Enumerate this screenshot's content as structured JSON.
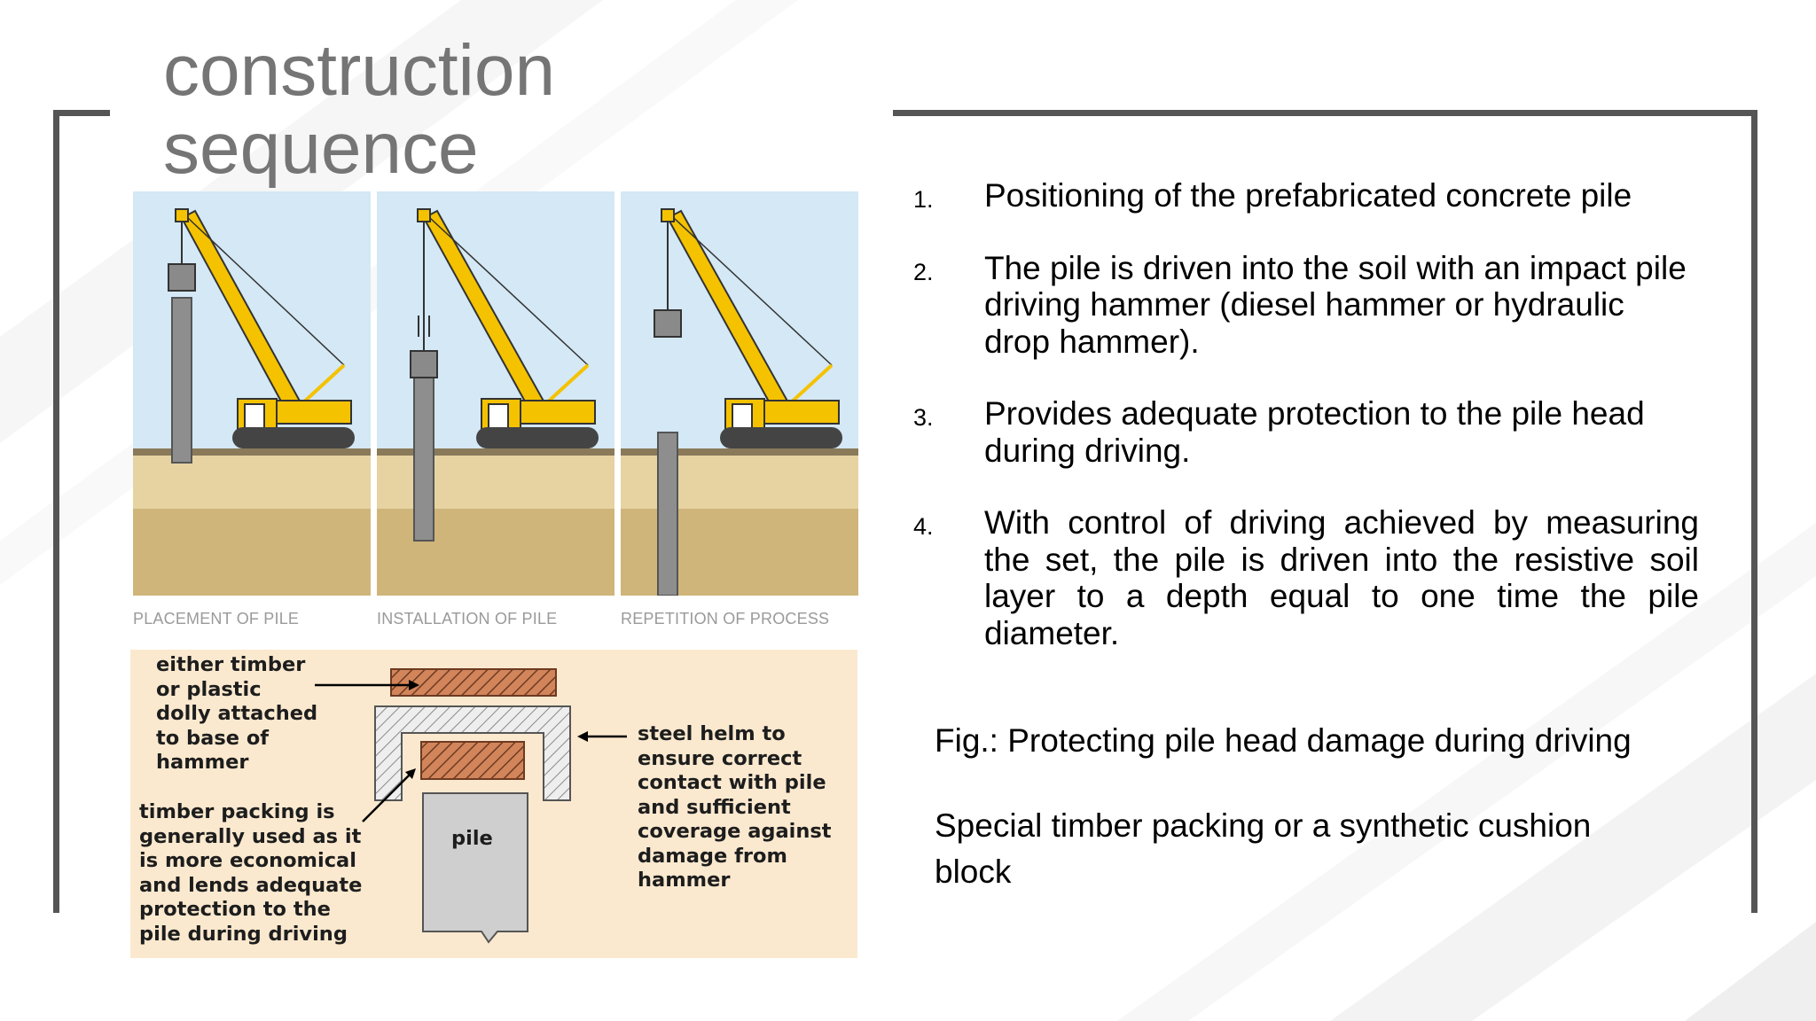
{
  "slide": {
    "title": "construction sequence",
    "colors": {
      "frame": "#555555",
      "title": "#757575",
      "sky": "#d4e8f5",
      "soil": "#c8a868",
      "crane": "#f5c200",
      "diagram_bg": "#fbe9cf"
    }
  },
  "figure_top": {
    "panels": [
      {
        "caption": "PLACEMENT OF PILE",
        "icon": "crane-placing-pile-icon"
      },
      {
        "caption": "INSTALLATION OF PILE",
        "icon": "crane-driving-pile-icon"
      },
      {
        "caption": "REPETITION OF PROCESS",
        "icon": "crane-repeating-icon"
      }
    ]
  },
  "figure_bottom": {
    "dolly_label": [
      "either timber",
      "or plastic",
      "dolly attached",
      "to base of",
      "hammer"
    ],
    "packing_label": [
      "timber packing is",
      "generally used as it",
      "is more economical",
      "and lends adequate",
      "protection to the",
      "pile during driving"
    ],
    "helm_label": [
      "steel helm to",
      "ensure correct",
      "contact with pile",
      "and sufficient",
      "coverage against",
      "damage from",
      "hammer"
    ],
    "pile_label": "pile"
  },
  "steps": [
    {
      "num": "1.",
      "text": "Positioning of the prefabricated concrete pile"
    },
    {
      "num": "2.",
      "text": "The pile is driven into the soil with an impact pile driving hammer (diesel hammer or hydraulic drop hammer)."
    },
    {
      "num": "3.",
      "text": "Provides adequate protection to the pile head during driving."
    },
    {
      "num": "4.",
      "text": "With control of driving achieved by measuring the set, the pile is driven into the resistive soil layer to a depth equal to one time the pile diameter."
    }
  ],
  "figure_caption": "Fig.: Protecting pile head damage during driving",
  "note": "Special timber packing or a synthetic cushion block"
}
